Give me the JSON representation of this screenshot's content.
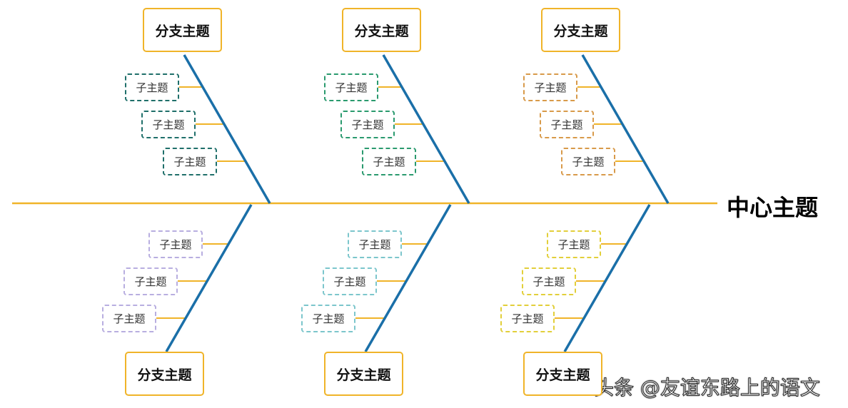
{
  "center_topic": "中心主题",
  "colors": {
    "spine": "#f0b429",
    "bone": "#1a6fa8",
    "connector": "#f0b429",
    "branch_border": "#f0b429"
  },
  "branches": [
    {
      "position": "top",
      "label": "分支主题",
      "sub_color": "#1f6f6a",
      "subtopics": [
        "子主题",
        "子主题",
        "子主题"
      ]
    },
    {
      "position": "top",
      "label": "分支主题",
      "sub_color": "#2a9a6e",
      "subtopics": [
        "子主题",
        "子主题",
        "子主题"
      ]
    },
    {
      "position": "top",
      "label": "分支主题",
      "sub_color": "#d89a4a",
      "subtopics": [
        "子主题",
        "子主题",
        "子主题"
      ]
    },
    {
      "position": "bottom",
      "label": "分支主题",
      "sub_color": "#b8aee0",
      "subtopics": [
        "子主题",
        "子主题",
        "子主题"
      ]
    },
    {
      "position": "bottom",
      "label": "分支主题",
      "sub_color": "#7cc6cc",
      "subtopics": [
        "子主题",
        "子主题",
        "子主题"
      ]
    },
    {
      "position": "bottom",
      "label": "分支主题",
      "sub_color": "#e2cf3a",
      "subtopics": [
        "子主题",
        "子主题",
        "子主题"
      ]
    }
  ],
  "watermark": "头条 @友谊东路上的语文"
}
